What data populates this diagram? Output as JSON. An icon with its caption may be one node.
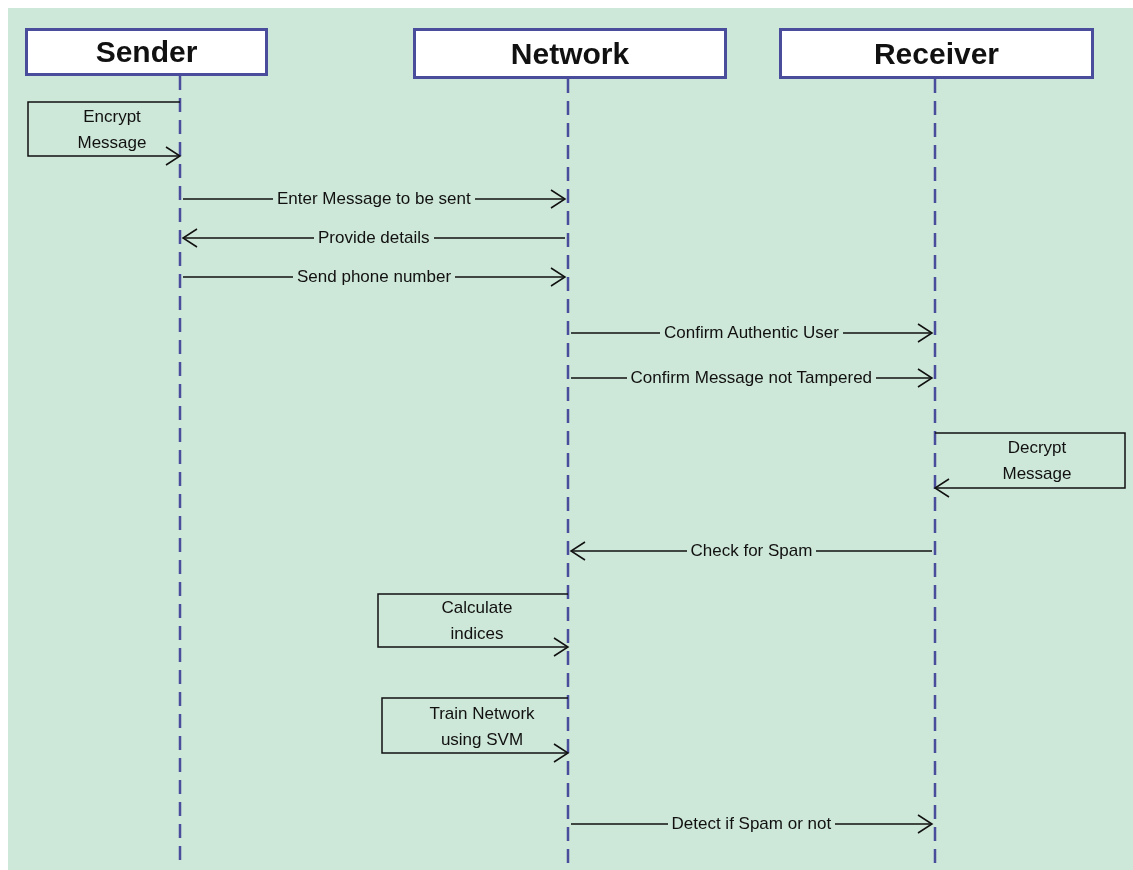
{
  "diagram": {
    "nodes": [
      {
        "text": [
          "Sender"
        ]
      },
      {
        "text": [
          "Network"
        ]
      },
      {
        "text": [
          "Receiver"
        ]
      }
    ],
    "edges": [
      {
        "from": 0,
        "to": 0,
        "arrow": "to",
        "label": "Encrypt Message"
      },
      {
        "from": 0,
        "to": 1,
        "arrow": "to",
        "label": "Enter Message to be sent"
      },
      {
        "from": 1,
        "to": 0,
        "arrow": "to",
        "label": "Provide details"
      },
      {
        "from": 0,
        "to": 1,
        "arrow": "to",
        "label": "Send phone number"
      },
      {
        "from": 1,
        "to": 2,
        "arrow": "to",
        "label": "Confirm Authentic User"
      },
      {
        "from": 1,
        "to": 2,
        "arrow": "to",
        "label": "Confirm Message not Tampered"
      },
      {
        "from": 2,
        "to": 2,
        "arrow": "to",
        "label": "Decrypt Message"
      },
      {
        "from": 2,
        "to": 1,
        "arrow": "to",
        "label": "Check for Spam"
      },
      {
        "from": 1,
        "to": 1,
        "arrow": "to",
        "label": "Calculate indices"
      },
      {
        "from": 1,
        "to": 1,
        "arrow": "to",
        "label": "Train Network using SVM"
      },
      {
        "from": 1,
        "to": 2,
        "arrow": "to",
        "label": "Detect if Spam or not"
      }
    ]
  }
}
